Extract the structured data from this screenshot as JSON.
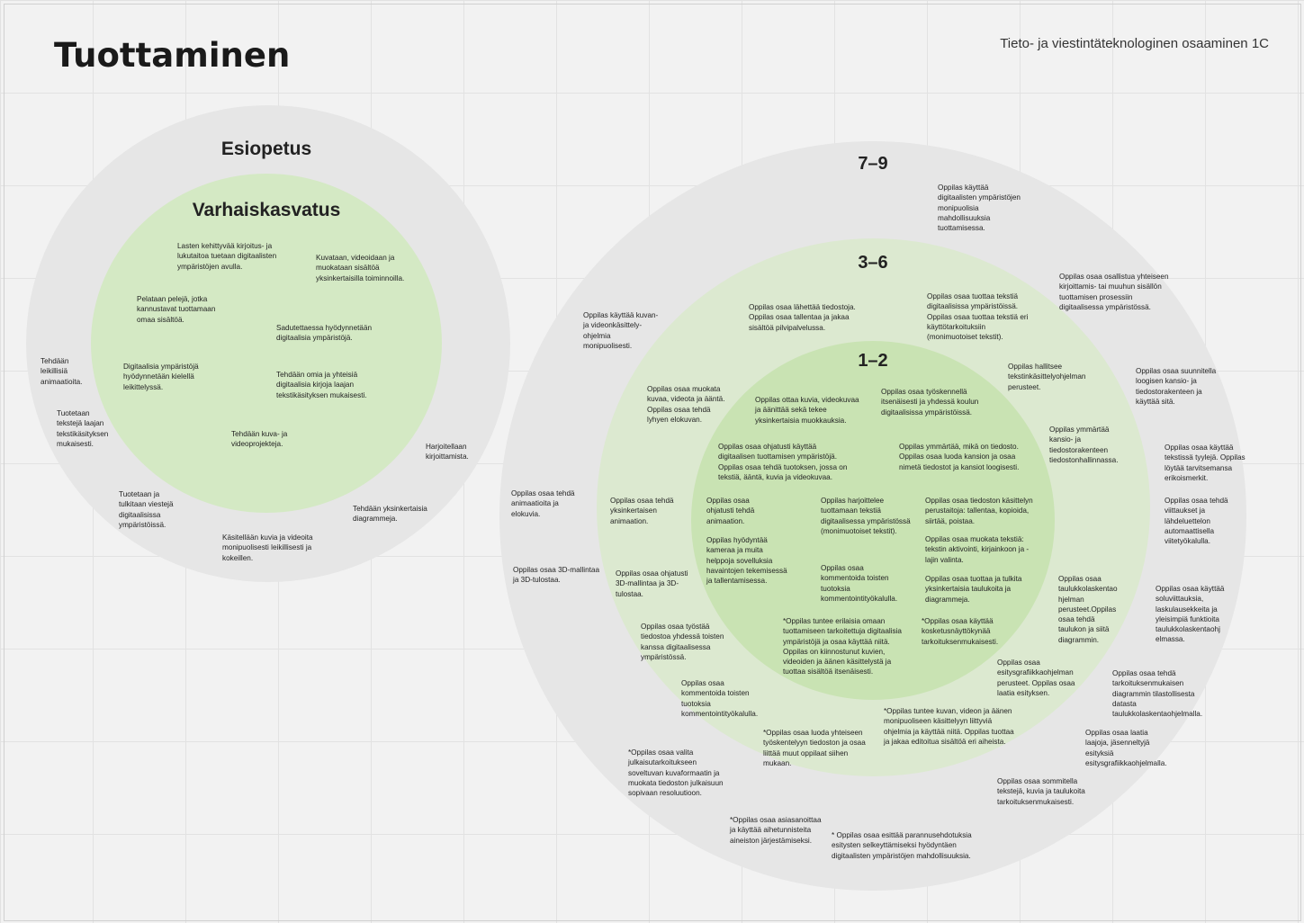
{
  "header": {
    "title": "Tuottaminen",
    "subtitle": "Tieto- ja viestintäteknologinen osaaminen 1C"
  },
  "left_diagram": {
    "outer_title": "Esiopetus",
    "inner_title": "Varhaiskasvatus",
    "inner_items": [
      "Lasten kehittyvää kirjoitus- ja\nlukutaitoa tuetaan digitaalisten\nympäristöjen avulla.",
      "Kuvataan, videoidaan ja\nmuokataan sisältöä\nyksinkertaisilla toiminnoilla.",
      "Pelataan pelejä, jotka\nkannustavat tuottamaan\nomaa sisältöä.",
      "Sadutettaessa hyödynnetään\ndigitaalisia ympäristöjä.",
      "Digitaalisia ympäristöjä\nhyödynnetään kielellä\nleikittelyssä.",
      "Tehdään omia ja yhteisiä\ndigitaalisia kirjoja laajan\ntekstikäsityksen mukaisesti.",
      "Tehdään kuva- ja\nvideoprojekteja."
    ],
    "outer_items": [
      "Tehdään\nleikillisiä\nanimaatioita.",
      "Tuotetaan\ntekstejä laajan\ntekstikäsityksen\nmukaisesti.",
      "Harjoitellaan\nkirjoittamista.",
      "Tuotetaan ja\ntulkitaan viestejä\ndigitaalisissa\nympäristöissä.",
      "Tehdään yksinkertaisia\ndiagrammeja.",
      "Käsitellään kuvia ja videoita\nmonipuolisesti leikillisesti ja\nkokeillen."
    ]
  },
  "right_diagram": {
    "ring_titles": {
      "outer": "7–9",
      "middle": "3–6",
      "inner": "1–2"
    },
    "grade_7_9_items": [
      "Oppilas käyttää\ndigitaalisten ympäristöjen\nmonipuolisia\nmahdollisuuksia\ntuottamisessa.",
      "Oppilas osaa osallistua yhteiseen\nkirjoittamis- tai muuhun sisällön\ntuottamisen  prosessiin\ndigitaalisessa ympäristössä.",
      "Oppilas käyttää kuvan-\nja videonkäsittely-\nohjelmia\nmonipuolisesti.",
      "Oppilas osaa suunnitella\nloogisen kansio- ja\ntiedostorakenteen ja\nkäyttää sitä.",
      "Oppilas osaa käyttää\ntekstissä tyylejä. Oppilas\nlöytää tarvitsemansa\nerikoismerkit.",
      "Oppilas osaa tehdä\nanimaatioita ja\nelokuvia.",
      "Oppilas osaa tehdä\nviittaukset ja\nlähdeluettelon\nautomaattisella\nviitetyökalulla.",
      "Oppilas osaa 3D-mallintaa\nja 3D-tulostaa.",
      "Oppilas osaa käyttää\nsoluviittauksia,\nlaskulausekkeita ja\nyleisimpiä funktioita\ntaulukkolaskentaohj\nelmassa.",
      "Oppilas osaa tehdä\ntarkoituksenmukaisen\ndiagrammin tilastollisesta\ndatasta\ntaulukkolaskentaohjelmalla.",
      "Oppilas osaa laatia\nlaajoja, jäsenneltyjä\nesityksiä\nesitysgrafiikkaohjelmalla.",
      "*Oppilas osaa valita\njulkaisutarkoitukseen\nsoveltuvan kuvaformaatin ja\nmuokata tiedoston julkaisuun\nsopivaan resoluutioon.",
      "Oppilas osaa sommitella\ntekstejä, kuvia ja taulukoita\ntarkoituksenmukaisesti.",
      "*Oppilas osaa asiasanoittaa\nja käyttää aihetunnisteita\naineiston järjestämiseksi.",
      "* Oppilas osaa esittää parannusehdotuksia\nesitysten selkeyttämiseksi hyödyntäen\ndigitaalisten ympäristöjen mahdollisuuksia."
    ],
    "grade_3_6_items": [
      "Oppilas osaa lähettää tiedostoja.\nOppilas osaa tallentaa ja jakaa\nsisältöä pilvipalvelussa.",
      "Oppilas osaa tuottaa tekstiä\ndigitaalisissa ympäristöissä.\nOppilas osaa tuottaa tekstiä eri\nkäyttötarkoituksiin\n(monimuotoiset tekstit).",
      "Oppilas hallitsee\ntekstinkäsittelyohjelman\nperusteet.",
      "Oppilas osaa muokata\nkuvaa, videota ja ääntä.\nOppilas osaa tehdä\nlyhyen elokuvan.",
      "Oppilas ymmärtää\nkansio- ja\ntiedostorakenteen\ntiedostonhallinnassa.",
      "Oppilas osaa tehdä\nyksinkertaisen\nanimaation.",
      "Oppilas osaa ohjatusti\n3D-mallintaa ja 3D-\ntulostaa.",
      "Oppilas osaa\ntaulukkolaskentao\nhjelman\nperusteet.Oppilas\nosaa tehdä\ntaulukon ja siitä\ndiagrammin.",
      "Oppilas osaa työstää\ntiedostoa yhdessä toisten\nkanssa digitaalisessa\nympäristössä.",
      "Oppilas osaa\nesitysgrafiikkaohjelman\nperusteet. Oppilas osaa\nlaatia esityksen.",
      "Oppilas osaa\nkommentoida toisten\ntuotoksia\nkommentointityökalulla.",
      "*Oppilas tuntee kuvan, videon ja äänen\nmonipuoliseen käsittelyyn liittyviä\nohjelmia ja käyttää niitä. Oppilas tuottaa\nja jakaa editoitua sisältöä eri aiheista.",
      "*Oppilas osaa luoda yhteiseen\ntyöskentelyyn tiedoston ja osaa\nliittää muut oppilaat siihen\nmukaan."
    ],
    "grade_1_2_items": [
      "Oppilas ottaa kuvia, videokuvaa\nja äänittää sekä tekee\nyksinkertaisia muokkauksia.",
      "Oppilas osaa työskennellä\nitsenäisesti ja yhdessä koulun\ndigitaalisissa ympäristöissä.",
      "Oppilas osaa ohjatusti käyttää\ndigitaalisen tuottamisen ympäristöjä.\nOppilas osaa tehdä tuotoksen, jossa on\ntekstiä, ääntä, kuvia ja videokuvaa.",
      "Oppilas ymmärtää, mikä on tiedosto.\nOppilas osaa luoda kansion ja osaa\nnimetä tiedostot ja kansiot loogisesti.",
      "Oppilas osaa\nohjatusti tehdä\nanimaation.",
      "Oppilas harjoittelee\ntuottamaan tekstiä\ndigitaalisessa ympäristössä\n(monimuotoiset tekstit).",
      "Oppilas osaa tiedoston käsittelyn\nperustaitoja: tallentaa, kopioida,\nsiirtää, poistaa.",
      "Oppilas hyödyntää\nkameraa ja muita\nhelppoja sovelluksia\nhavaintojen tekemisessä\nja tallentamisessa.",
      "Oppilas osaa muokata tekstiä:\ntekstin aktivointi, kirjainkoon ja -\nlajin valinta.",
      "Oppilas osaa\nkommentoida toisten\ntuotoksia\nkommentointityökalulla.",
      "Oppilas osaa tuottaa ja tulkita\nyksinkertaisia taulukoita ja\ndiagrammeja.",
      "*Oppilas tuntee erilaisia omaan\ntuottamiseen tarkoitettuja digitaalisia\nympäristöjä ja osaa käyttää niitä.\nOppilas on kiinnostunut kuvien,\nvideoiden ja äänen käsittelystä ja\ntuottaa sisältöä itsenäisesti.",
      "*Oppilas osaa käyttää\nkosketusnäyttökynää\ntarkoituksenmukaisesti."
    ]
  },
  "colors": {
    "background": "#f2f2f2",
    "grid": "#e2e2e2",
    "outer_ring": "#e6e6e6",
    "varhaiskasvatus": "#d4e9c4",
    "ring_3_6": "#dce9d0",
    "ring_1_2": "#c9e3b3"
  }
}
